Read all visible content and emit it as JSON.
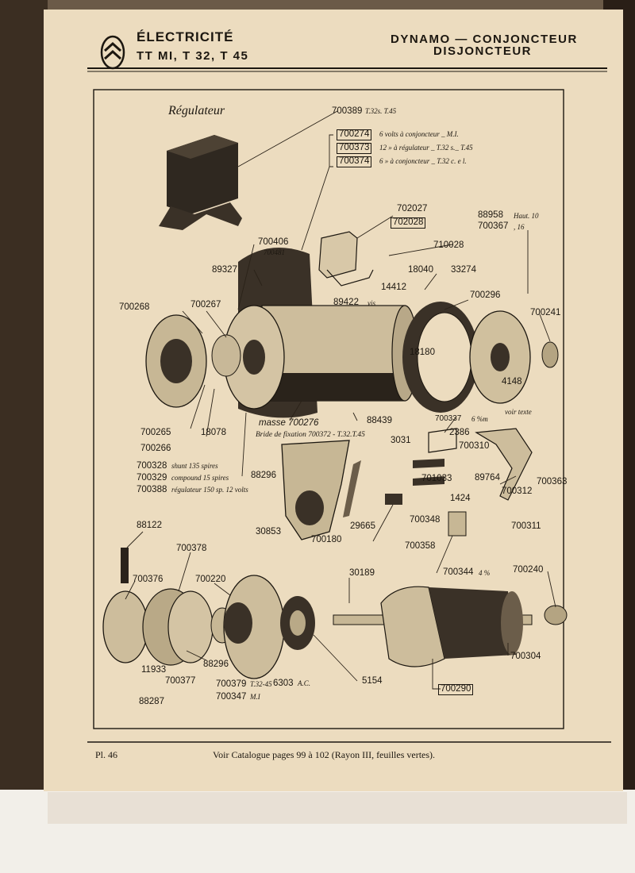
{
  "header": {
    "title": "ÉLECTRICITÉ",
    "models": "TT MI, T 32, T 45",
    "right_line1": "DYNAMO — CONJONCTEUR",
    "right_line2": "DISJONCTEUR"
  },
  "section": {
    "title": "Régulateur"
  },
  "regulator": {
    "ref": "700389",
    "ref_note": "T.32s. T.45",
    "rows": [
      {
        "ref": "700274",
        "note": "6 volts à conjoncteur _ M.I."
      },
      {
        "ref": "700373",
        "note": "12   »   à régulateur _ T.32 s._ T.45"
      },
      {
        "ref": "700374",
        "note": "6   »   à conjoncteur _ T.32 c. e l."
      }
    ]
  },
  "labels": {
    "l702027": "702027",
    "l702028": "702028",
    "l88958": "88958",
    "l88958n": "Haut. 10",
    "l700367": "700367",
    "l700367n": ",   16",
    "l710028": "710028",
    "l700406": "700406",
    "l700481": "700481",
    "l89327": "89327",
    "l18040": "18040",
    "l33274": "33274",
    "l14412": "14412",
    "l700296": "700296",
    "l89422": "89422",
    "l89422n": "vis",
    "l700268": "700268",
    "l700267": "700267",
    "l700241": "700241",
    "l18180": "18180",
    "l4148": "4148",
    "voir_texte": "voir texte",
    "masse": "masse 700276",
    "l88439": "88439",
    "bride": "Bride de fixation 700372 - T.32.T.45",
    "l700337": "700337",
    "l700337n": "6 %m",
    "l2386": "2386",
    "l3031": "3031",
    "l700310": "700310",
    "l700265": "700265",
    "l18078": "18078",
    "l700266": "700266",
    "l700328": "700328",
    "l700328n": "shunt 135 spires",
    "l700329": "700329",
    "l700329n": "compound 15 spires",
    "l700388": "700388",
    "l700388n": "régulateur 150 sp. 12 volts",
    "l88296a": "88296",
    "l701033": "701033",
    "l89764": "89764",
    "l700363": "700363",
    "l1424": "1424",
    "l700312": "700312",
    "l30853": "30853",
    "l29665": "29665",
    "l700348": "700348",
    "l700311": "700311",
    "l700180": "700180",
    "l700358": "700358",
    "l88122": "88122",
    "l700378": "700378",
    "l700344": "700344",
    "l700344n": "4 %",
    "l30189": "30189",
    "l700240": "700240",
    "l700376": "700376",
    "l700220": "700220",
    "l700304": "700304",
    "l88296b": "88296",
    "l11933": "11933",
    "l700377": "700377",
    "l700379": "700379",
    "l700379n": "T.32-45",
    "l6303": "6303",
    "l6303n": "A.C.",
    "l5154": "5154",
    "l700290": "700290",
    "l700347": "700347",
    "l700347n": "M.I",
    "l88287": "88287"
  },
  "footer": {
    "plate": "Pl. 46",
    "catalog": "Voir Catalogue pages 99 à 102 (Rayon III, feuilles vertes)."
  },
  "colors": {
    "paper": "#ecdcbf",
    "ink": "#1c1710",
    "binding": "#4a3a2a"
  }
}
